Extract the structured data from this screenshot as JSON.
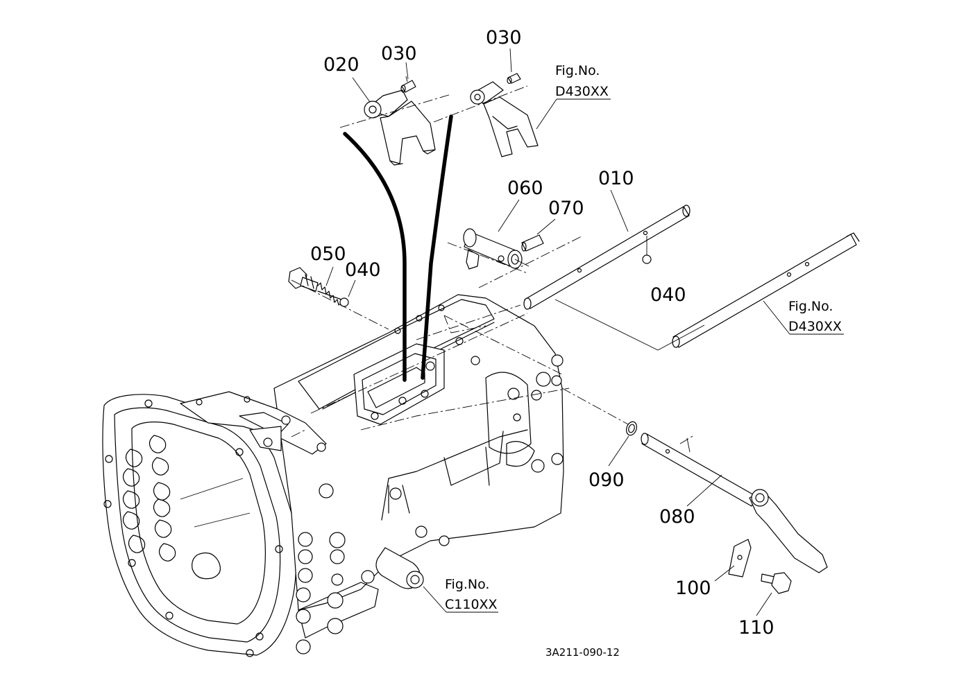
{
  "diagram_code": "3A211-090-12",
  "callouts": {
    "p010": "010",
    "p020": "020",
    "p030a": "030",
    "p030b": "030",
    "p040a": "040",
    "p040b": "040",
    "p050": "050",
    "p060": "060",
    "p070": "070",
    "p080": "080",
    "p090": "090",
    "p100": "100",
    "p110": "110"
  },
  "figure_refs": {
    "fork": {
      "title": "Fig.No.",
      "code": "D430XX"
    },
    "rod": {
      "title": "Fig.No.",
      "code": "D430XX"
    },
    "case": {
      "title": "Fig.No.",
      "code": "C110XX"
    }
  }
}
